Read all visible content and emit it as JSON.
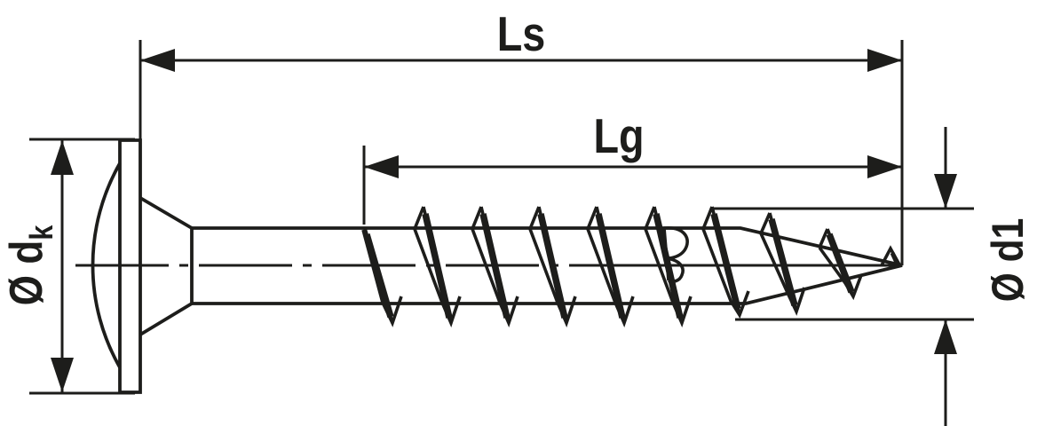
{
  "diagram": {
    "type": "technical-drawing",
    "subject": "washer-head wood screw with partial thread, side view with dimensioning",
    "background": "#ffffff",
    "line_color": "#1d1d1b",
    "labels": {
      "overall_length": "Ls",
      "thread_length": "Lg",
      "head_diameter_prefix": "Ø d",
      "head_diameter_subscript": "k",
      "core_diameter": "Ø d1"
    }
  }
}
